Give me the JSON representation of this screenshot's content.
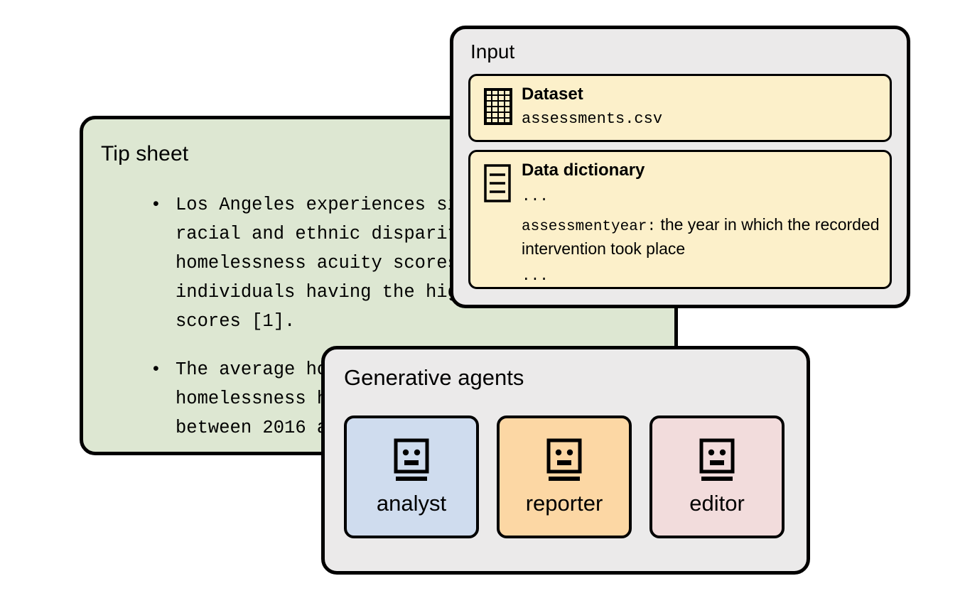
{
  "tip_sheet": {
    "title": "Tip sheet",
    "bullets": [
      "Los Angeles experiences significant\nracial and ethnic disparities in\nhomelessness acuity scores, with Black\nindividuals having the highest acuity\nscores [1].",
      "The average household size of people\nhomelessness has changed markedly\nbetween 2016 and 2023."
    ]
  },
  "input": {
    "title": "Input",
    "dataset": {
      "icon": "table-grid-icon",
      "heading": "Dataset",
      "file_name": "assessments.csv"
    },
    "data_dictionary": {
      "icon": "document-lines-icon",
      "heading": "Data dictionary",
      "ellipsis_top": "...",
      "field_name": "assessmentyear",
      "separator": ":",
      "field_description": "the year in which the recorded intervention took place",
      "ellipsis_bottom": "..."
    }
  },
  "agents": {
    "title": "Generative agents",
    "items": [
      {
        "label": "analyst",
        "icon": "robot-face-icon",
        "color": "#cfdcee"
      },
      {
        "label": "reporter",
        "icon": "robot-face-icon",
        "color": "#fcd7a4"
      },
      {
        "label": "editor",
        "icon": "robot-face-icon",
        "color": "#f2dcdc"
      }
    ]
  },
  "colors": {
    "background": "#ffffff",
    "tip_sheet_fill": "#dde7d2",
    "panel_fill": "#ebeaea",
    "card_fill": "#fcf0ca",
    "stroke": "#000000",
    "analyst_fill": "#cfdcee",
    "reporter_fill": "#fcd7a4",
    "editor_fill": "#f2dcdc"
  }
}
